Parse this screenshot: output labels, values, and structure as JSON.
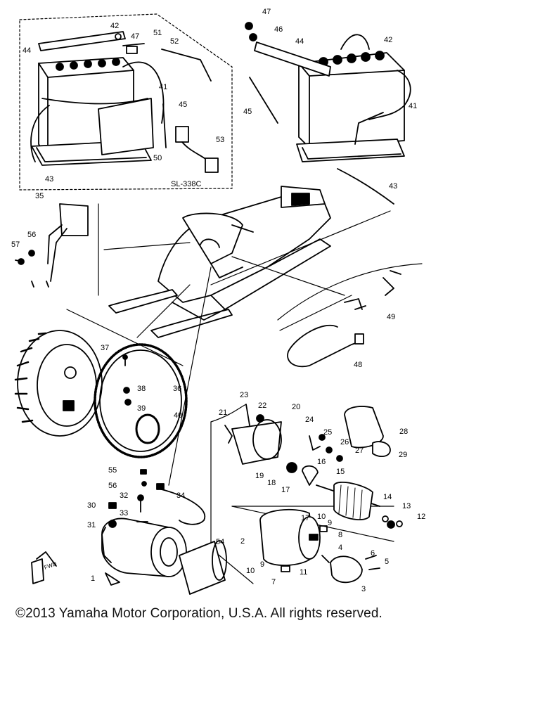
{
  "inset_label": "SL-338C",
  "front_label": "FWD",
  "copyright": "©2013 Yamaha Motor Corporation, U.S.A. All rights reserved.",
  "callouts": {
    "c1": "1",
    "c2": "2",
    "c3": "3",
    "c4": "4",
    "c5": "5",
    "c6": "6",
    "c7": "7",
    "c8": "8",
    "c9": "9",
    "c10": "10",
    "c11": "11",
    "c12": "12",
    "c13": "13",
    "c14": "14",
    "c15": "15",
    "c16": "16",
    "c17": "17",
    "c18": "18",
    "c19": "19",
    "c20": "20",
    "c21": "21",
    "c22": "22",
    "c23": "23",
    "c24": "24",
    "c25": "25",
    "c26": "26",
    "c27": "27",
    "c28": "28",
    "c29": "29",
    "c30": "30",
    "c31": "31",
    "c32": "32",
    "c33": "33",
    "c34": "34",
    "c35": "35",
    "c36": "36",
    "c37": "37",
    "c38": "38",
    "c39": "39",
    "c40": "40",
    "c41": "41",
    "c42": "42",
    "c43": "43",
    "c44": "44",
    "c45": "45",
    "c46": "46",
    "c47": "47",
    "c48": "48",
    "c49": "49",
    "c50": "50",
    "c51": "51",
    "c52": "52",
    "c53": "53",
    "c54": "54",
    "c55": "55",
    "c56": "56",
    "c57": "57"
  }
}
